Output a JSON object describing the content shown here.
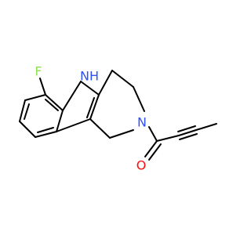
{
  "molecule": {
    "atoms": {
      "fluorine": {
        "label": "F",
        "color": "#90e050"
      },
      "nh": {
        "label": "N",
        "h_label": "H",
        "color": "#3050f8"
      },
      "n_amide": {
        "label": "N",
        "color": "#3050f8"
      },
      "oxygen": {
        "label": "O",
        "color": "#ff0d0d"
      }
    }
  }
}
